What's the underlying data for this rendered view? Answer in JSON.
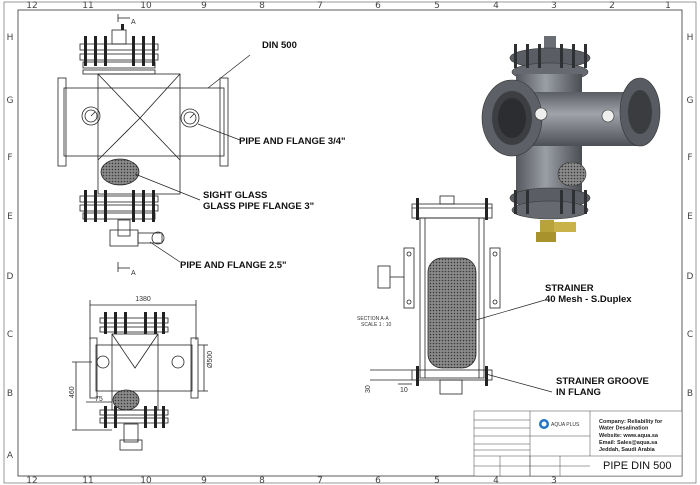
{
  "sheet": {
    "columns": [
      "12",
      "11",
      "10",
      "9",
      "8",
      "7",
      "6",
      "5",
      "4",
      "3",
      "2",
      "1"
    ],
    "rows": [
      "H",
      "G",
      "F",
      "E",
      "D",
      "C",
      "B",
      "A"
    ]
  },
  "callouts": {
    "din": "DIN 500",
    "pipe_flange_34": "PIPE AND FLANGE 3/4\"",
    "sight_glass_1": "SIGHT GLASS",
    "sight_glass_2": "GLASS PIPE FLANGE 3\"",
    "pipe_flange_25": "PIPE AND FLANGE 2.5\"",
    "strainer_1": "STRAINER",
    "strainer_2": "40 Mesh - S.Duplex",
    "groove_1": "STRAINER GROOVE",
    "groove_2": "IN FLANG"
  },
  "dimensions": {
    "width": "1380",
    "diameter": "Ø500",
    "height": "460",
    "offset": "75",
    "small_a": "10",
    "small_b": "30",
    "cut_label": "A"
  },
  "section": {
    "label": "SECTION A-A",
    "scale": "SCALE 1 : 10"
  },
  "title_block": {
    "logo": "AQUA PLUS",
    "company": "Company: Reliability for Water Desalination",
    "website": "Website: www.aqua.sa",
    "email": "Email: Sales@aqua.sa",
    "address": "Jeddah, Saudi Arabia",
    "drawing_title": "PIPE DIN 500"
  },
  "colors": {
    "line": "#222222",
    "render_body": "#7c8087",
    "render_dark": "#4f5258",
    "valve": "#b8a23a"
  }
}
